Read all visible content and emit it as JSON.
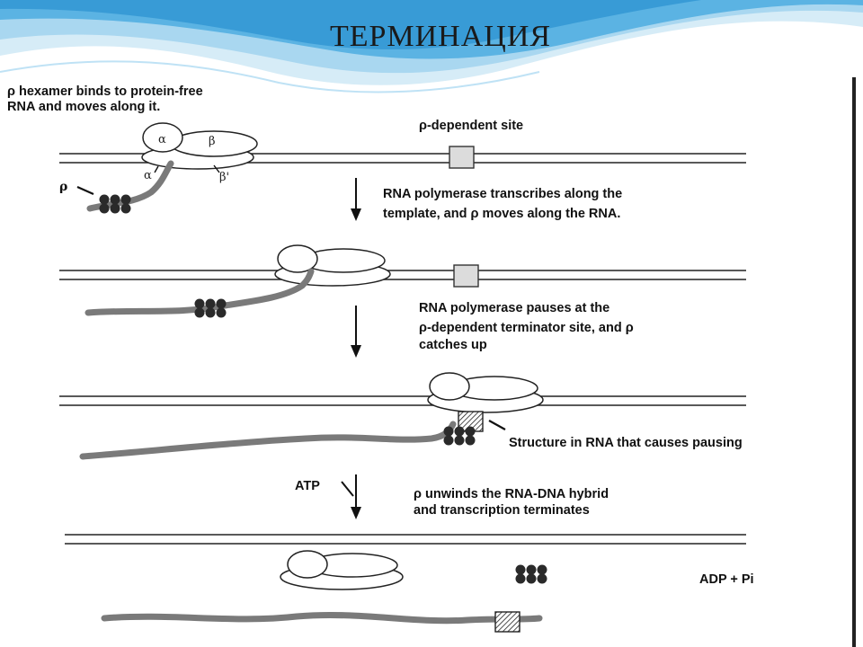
{
  "title": "ТЕРМИНАЦИЯ",
  "colors": {
    "wave_light": "#d6ecf7",
    "wave_mid": "#8cc8ea",
    "wave_dark": "#3aa0d8",
    "rna": "#7a7a7a",
    "rho": "#2a2a2a"
  },
  "stage1": {
    "caption_line1": "ρ hexamer binds to protein-free",
    "caption_line2": "RNA and moves along it.",
    "site_label": "ρ-dependent site",
    "subunit_alpha": "α",
    "subunit_beta": "β",
    "subunit_alpha2": "α",
    "subunit_beta_prime": "β'",
    "rho_label": "ρ"
  },
  "step1": {
    "line1": "RNA polymerase transcribes along the",
    "line2": "template, and ρ moves along the RNA."
  },
  "step2": {
    "line1": "RNA polymerase pauses at the",
    "line2": "ρ-dependent terminator site, and ρ",
    "line3": "catches up"
  },
  "stage3": {
    "structure_label": "Structure in RNA that causes pausing"
  },
  "step3": {
    "atp": "ATP",
    "line1": "ρ unwinds the RNA-DNA hybrid",
    "line2": "and transcription terminates"
  },
  "stage5": {
    "products": "ADP + Pi"
  }
}
